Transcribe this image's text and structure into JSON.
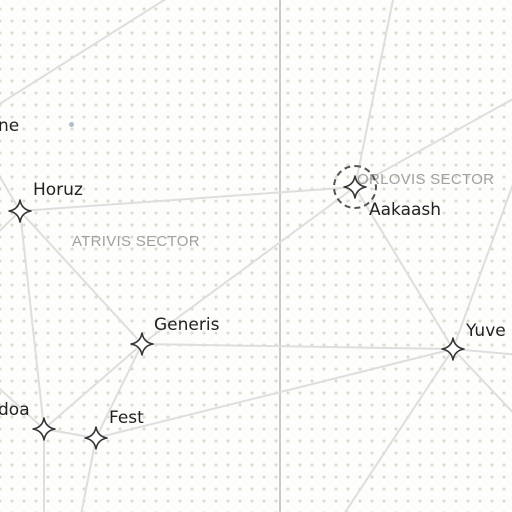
{
  "sectors": {
    "atrivis": "ATRIVIS SECTOR",
    "orlovis": "ORLOVIS SECTOR"
  },
  "stars": {
    "horuz": "Horuz",
    "generis": "Generis",
    "aakaash": "Aakaash",
    "yuve": "Yuve",
    "fest": "Fest",
    "doa": "doa",
    "ne": "ne"
  },
  "selected_star": "Aakaash",
  "colors": {
    "route": "#dedede",
    "sector_border": "#c9c9c9",
    "grid_dot": "#dcdccd",
    "star": "#333333",
    "selection_ring": "#555555"
  },
  "icons": {
    "star_marker": "four-point-star-icon",
    "selection": "dashed-selection-ring"
  }
}
